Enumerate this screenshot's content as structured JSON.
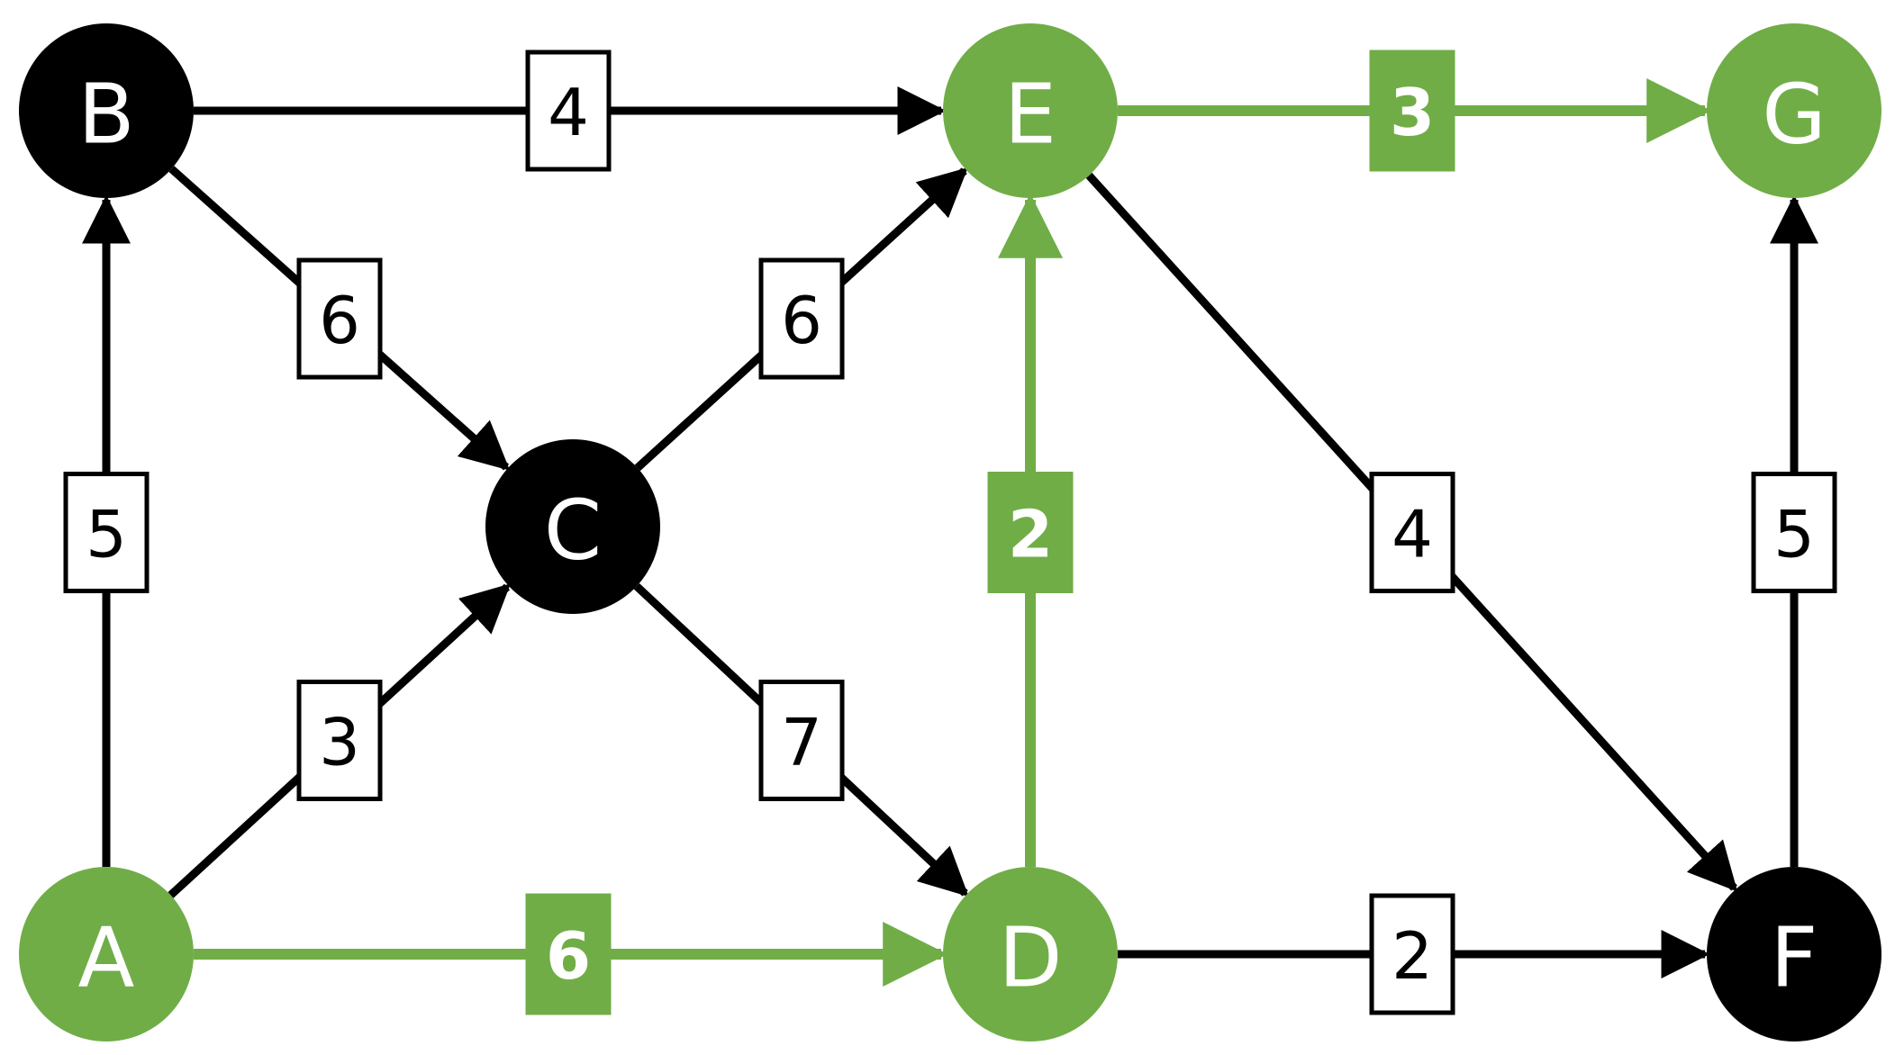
{
  "colors": {
    "default": "#000000",
    "highlight": "#70ad47",
    "background": "#ffffff"
  },
  "nodes": [
    {
      "id": "A",
      "label": "A",
      "highlighted": true
    },
    {
      "id": "B",
      "label": "B",
      "highlighted": false
    },
    {
      "id": "C",
      "label": "C",
      "highlighted": false
    },
    {
      "id": "D",
      "label": "D",
      "highlighted": true
    },
    {
      "id": "E",
      "label": "E",
      "highlighted": true
    },
    {
      "id": "F",
      "label": "F",
      "highlighted": false
    },
    {
      "id": "G",
      "label": "G",
      "highlighted": true
    }
  ],
  "edges": [
    {
      "from": "A",
      "to": "B",
      "weight": "5",
      "highlighted": false
    },
    {
      "from": "A",
      "to": "C",
      "weight": "3",
      "highlighted": false
    },
    {
      "from": "A",
      "to": "D",
      "weight": "6",
      "highlighted": true
    },
    {
      "from": "B",
      "to": "E",
      "weight": "4",
      "highlighted": false
    },
    {
      "from": "B",
      "to": "C",
      "weight": "6",
      "highlighted": false
    },
    {
      "from": "C",
      "to": "E",
      "weight": "6",
      "highlighted": false
    },
    {
      "from": "C",
      "to": "D",
      "weight": "7",
      "highlighted": false
    },
    {
      "from": "D",
      "to": "E",
      "weight": "2",
      "highlighted": true
    },
    {
      "from": "D",
      "to": "F",
      "weight": "2",
      "highlighted": false
    },
    {
      "from": "E",
      "to": "G",
      "weight": "3",
      "highlighted": true
    },
    {
      "from": "E",
      "to": "F",
      "weight": "4",
      "highlighted": false
    },
    {
      "from": "F",
      "to": "G",
      "weight": "5",
      "highlighted": false
    }
  ]
}
